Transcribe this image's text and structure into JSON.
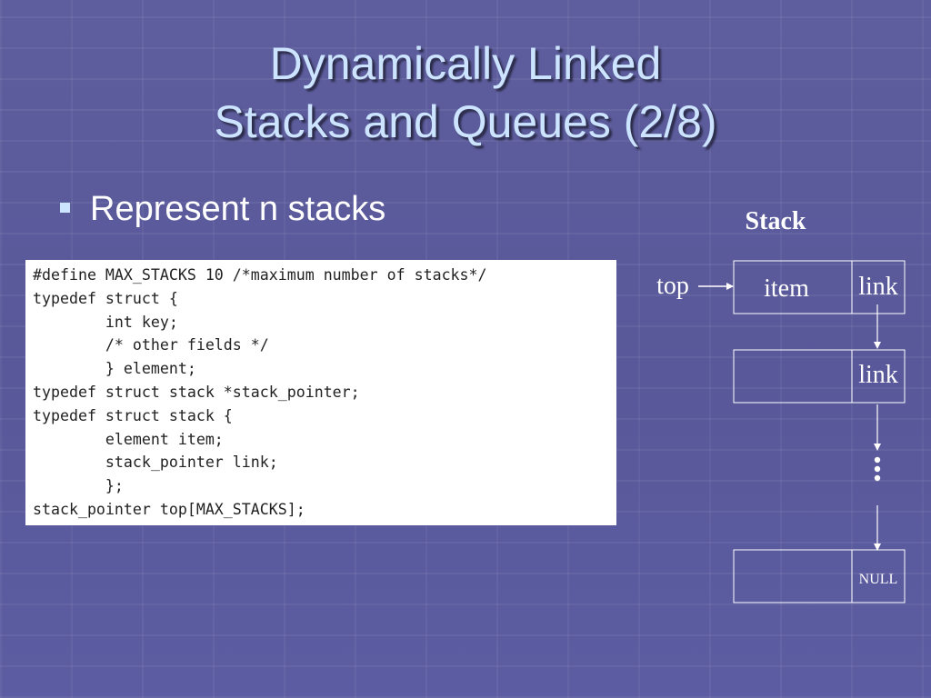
{
  "slide": {
    "title_line1": "Dynamically Linked",
    "title_line2": "Stacks and Queues (2/8)",
    "bullet": "Represent n stacks"
  },
  "code": [
    "#define MAX_STACKS 10 /*maximum number of stacks*/",
    "typedef struct {",
    "        int key;",
    "        /* other fields */",
    "        } element;",
    "typedef struct stack *stack_pointer;",
    "typedef struct stack {",
    "        element item;",
    "        stack_pointer link;",
    "        };",
    "stack_pointer top[MAX_STACKS];"
  ],
  "diagram": {
    "heading": "Stack",
    "top_label": "top",
    "item_label": "item",
    "link_label": "link",
    "null_label": "NULL",
    "ellipsis_dots": 3
  },
  "colors": {
    "title": "#cce4ff",
    "background": "#5b5b99",
    "lines": "#ffffff"
  }
}
